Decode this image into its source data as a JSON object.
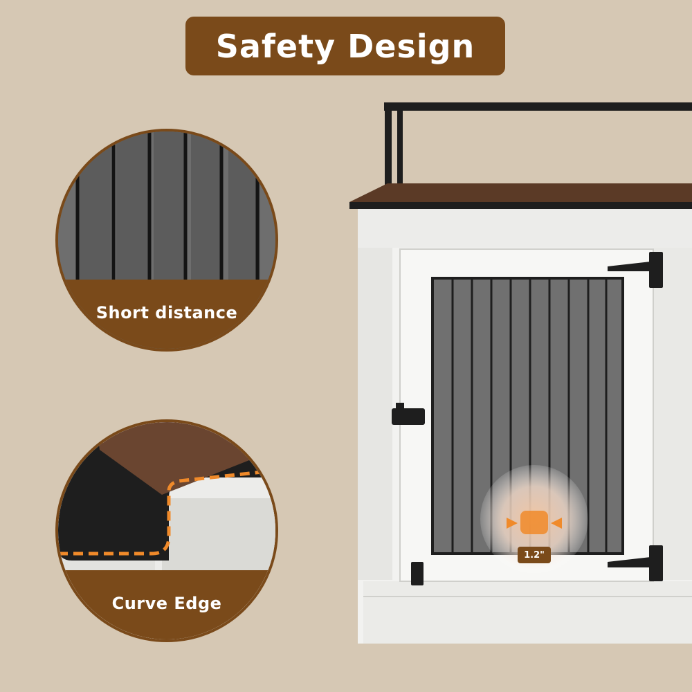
{
  "header": {
    "title": "Safety Design"
  },
  "features": [
    {
      "label": "Short distance",
      "icon": "vertical-slats-icon"
    },
    {
      "label": "Curve Edge",
      "icon": "rounded-corner-icon"
    }
  ],
  "measurement": {
    "label": "1.2\""
  },
  "colors": {
    "background": "#d6c8b4",
    "accent_brown": "#7a4a1a",
    "cabinet_white": "#f2f2f0",
    "top_wood": "#5b3a26",
    "metal_black": "#1e1e1e",
    "highlight_orange": "#f08a2a"
  }
}
